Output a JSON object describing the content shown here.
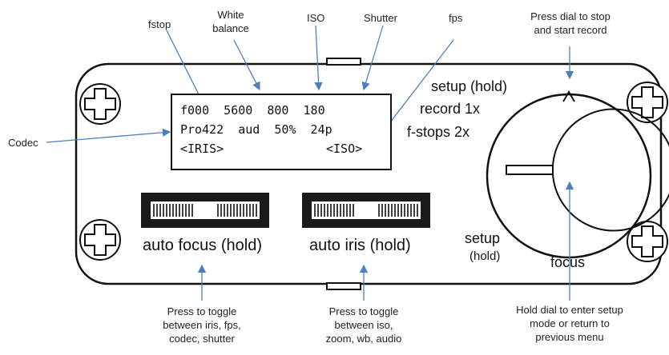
{
  "callouts": {
    "fstop": "fstop",
    "white_balance_1": "White",
    "white_balance_2": "balance",
    "iso": "ISO",
    "shutter": "Shutter",
    "fps": "fps",
    "press_dial_1": "Press dial to stop",
    "press_dial_2": "and start record",
    "codec": "Codec",
    "toggle_left_1": "Press to toggle",
    "toggle_left_2": "between iris, fps,",
    "toggle_left_3": "codec, shutter",
    "toggle_mid_1": "Press to toggle",
    "toggle_mid_2": "between iso,",
    "toggle_mid_3": "zoom, wb, audio",
    "hold_dial_1": "Hold dial to enter setup",
    "hold_dial_2": "mode or return to",
    "hold_dial_3": "previous menu"
  },
  "lcd": {
    "line1": "f000  5600  800  180",
    "line2": "Pro422  aud  50%  24p",
    "line3_left": "<IRIS>",
    "line3_right": "<ISO>"
  },
  "panel": {
    "setup_hold": "setup (hold)",
    "record": "record 1x",
    "fstops": "f-stops 2x",
    "auto_focus": "auto focus (hold)",
    "auto_iris": "auto iris (hold)",
    "setup": "setup",
    "hold": "(hold)",
    "focus": "focus"
  },
  "colors": {
    "arrow": "#4a7fc1",
    "outline": "#111111",
    "rocker": "#1a1a1a"
  }
}
